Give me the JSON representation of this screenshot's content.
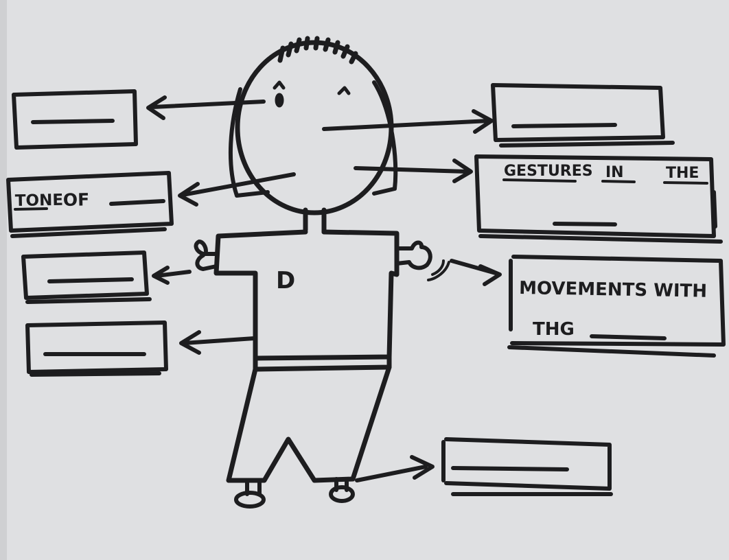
{
  "colors": {
    "paper": "#dfe0e2",
    "ink": "#1d1d1f"
  },
  "figure": {
    "shirt_letter": "D"
  },
  "labels": {
    "tone": {
      "word1": "TONE",
      "word2": "OF"
    },
    "gestures": {
      "word1": "GESTURES",
      "word2": "IN",
      "word3": "THE"
    },
    "movements": {
      "line1": "MOVEMENTS WITH",
      "line2": "THG"
    }
  }
}
